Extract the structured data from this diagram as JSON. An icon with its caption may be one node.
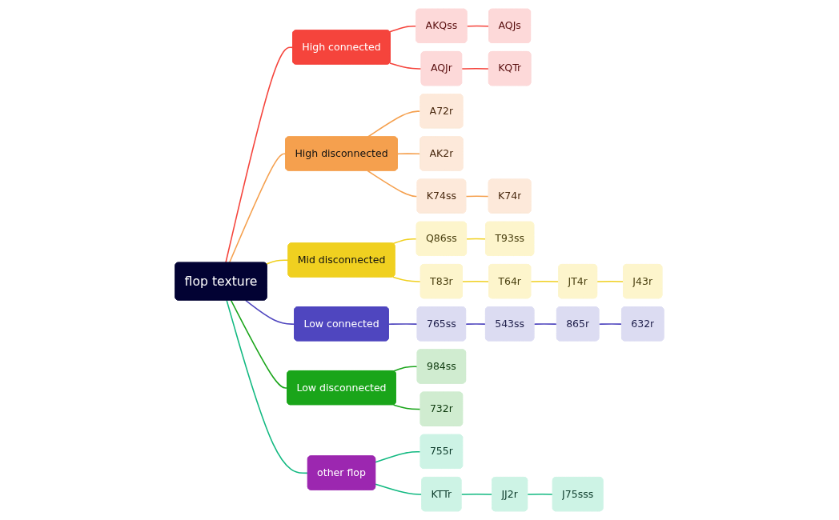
{
  "diagram": {
    "nodes": [
      {
        "text": [
          "flop texture"
        ]
      },
      {
        "text": [
          "High connected"
        ]
      },
      {
        "text": [
          "AKQss"
        ]
      },
      {
        "text": [
          "AQJs"
        ]
      },
      {
        "text": [
          "AQJr"
        ]
      },
      {
        "text": [
          "KQTr"
        ]
      },
      {
        "text": [
          "High disconnected"
        ]
      },
      {
        "text": [
          "A72r"
        ]
      },
      {
        "text": [
          "AK2r"
        ]
      },
      {
        "text": [
          "K74ss"
        ]
      },
      {
        "text": [
          "K74r"
        ]
      },
      {
        "text": [
          "Mid disconnected"
        ]
      },
      {
        "text": [
          "Q86ss"
        ]
      },
      {
        "text": [
          "T93ss"
        ]
      },
      {
        "text": [
          "T83r"
        ]
      },
      {
        "text": [
          "T64r"
        ]
      },
      {
        "text": [
          "JT4r"
        ]
      },
      {
        "text": [
          "J43r"
        ]
      },
      {
        "text": [
          "Low connected"
        ]
      },
      {
        "text": [
          "765ss"
        ]
      },
      {
        "text": [
          "543ss"
        ]
      },
      {
        "text": [
          "865r"
        ]
      },
      {
        "text": [
          "632r"
        ]
      },
      {
        "text": [
          "Low disconnected"
        ]
      },
      {
        "text": [
          "984ss"
        ]
      },
      {
        "text": [
          "732r"
        ]
      },
      {
        "text": [
          "other flop"
        ]
      },
      {
        "text": [
          "755r"
        ]
      },
      {
        "text": [
          "KTTr"
        ]
      },
      {
        "text": [
          "JJ2r"
        ]
      },
      {
        "text": [
          "J75sss"
        ]
      }
    ],
    "edges": [
      {
        "from": 0,
        "to": 1,
        "arrow": "none",
        "color": "#f5443c"
      },
      {
        "from": 1,
        "to": 2,
        "arrow": "none",
        "color": "#f5443c"
      },
      {
        "from": 2,
        "to": 3,
        "arrow": "none",
        "color": "#f5443c"
      },
      {
        "from": 1,
        "to": 4,
        "arrow": "none",
        "color": "#f5443c"
      },
      {
        "from": 4,
        "to": 5,
        "arrow": "none",
        "color": "#f5443c"
      },
      {
        "from": 0,
        "to": 6,
        "arrow": "none",
        "color": "#f5a04e"
      },
      {
        "from": 6,
        "to": 7,
        "arrow": "none",
        "color": "#f5a04e"
      },
      {
        "from": 6,
        "to": 8,
        "arrow": "none",
        "color": "#f5a04e"
      },
      {
        "from": 6,
        "to": 9,
        "arrow": "none",
        "color": "#f5a04e"
      },
      {
        "from": 9,
        "to": 10,
        "arrow": "none",
        "color": "#f5a04e"
      },
      {
        "from": 0,
        "to": 11,
        "arrow": "none",
        "color": "#f0d020"
      },
      {
        "from": 11,
        "to": 12,
        "arrow": "none",
        "color": "#f0d020"
      },
      {
        "from": 12,
        "to": 13,
        "arrow": "none",
        "color": "#f0d020"
      },
      {
        "from": 11,
        "to": 14,
        "arrow": "none",
        "color": "#f0d020"
      },
      {
        "from": 14,
        "to": 15,
        "arrow": "none",
        "color": "#f0d020"
      },
      {
        "from": 15,
        "to": 16,
        "arrow": "none",
        "color": "#f0d020"
      },
      {
        "from": 16,
        "to": 17,
        "arrow": "none",
        "color": "#f0d020"
      },
      {
        "from": 0,
        "to": 18,
        "arrow": "none",
        "color": "#4f46bf"
      },
      {
        "from": 18,
        "to": 19,
        "arrow": "none",
        "color": "#4f46bf"
      },
      {
        "from": 19,
        "to": 20,
        "arrow": "none",
        "color": "#4f46bf"
      },
      {
        "from": 20,
        "to": 21,
        "arrow": "none",
        "color": "#4f46bf"
      },
      {
        "from": 21,
        "to": 22,
        "arrow": "none",
        "color": "#4f46bf"
      },
      {
        "from": 0,
        "to": 23,
        "arrow": "none",
        "color": "#1aa51a"
      },
      {
        "from": 23,
        "to": 24,
        "arrow": "none",
        "color": "#1aa51a"
      },
      {
        "from": 23,
        "to": 25,
        "arrow": "none",
        "color": "#1aa51a"
      },
      {
        "from": 0,
        "to": 26,
        "arrow": "none",
        "color": "#12b981"
      },
      {
        "from": 26,
        "to": 27,
        "arrow": "none",
        "color": "#12b981"
      },
      {
        "from": 26,
        "to": 28,
        "arrow": "none",
        "color": "#12b981"
      },
      {
        "from": 28,
        "to": 29,
        "arrow": "none",
        "color": "#12b981"
      },
      {
        "from": 29,
        "to": 30,
        "arrow": "none",
        "color": "#12b981"
      }
    ]
  }
}
